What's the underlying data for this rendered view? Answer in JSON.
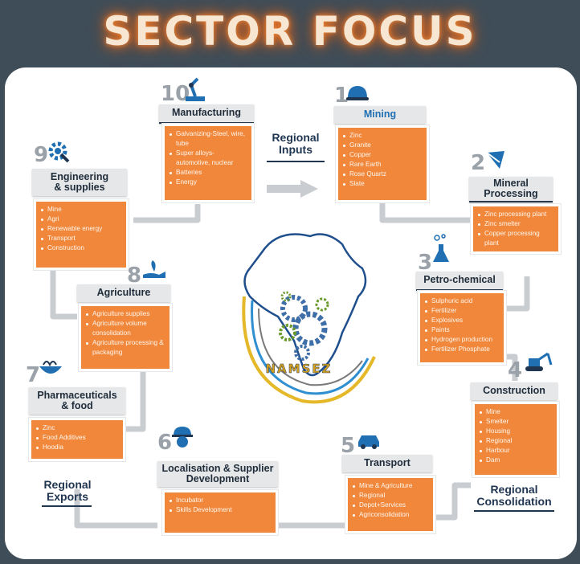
{
  "title": "SECTOR FOCUS",
  "center": {
    "logo_text": "NAMSEZ"
  },
  "labels": {
    "inputs": "Regional\nInputs",
    "exports": "Regional\nExports",
    "consolidation": "Regional\nConsolidation"
  },
  "sectors": [
    {
      "id": "mining",
      "number": "1",
      "icon": "hard-hat-icon",
      "title": "Mining",
      "items": [
        "Zinc",
        "Granite",
        "Copper",
        "Rare Earth",
        "Rose Quartz",
        "Slate"
      ]
    },
    {
      "id": "mineral-processing",
      "number": "2",
      "icon": "processing-arrow-icon",
      "title": "Mineral\nProcessing",
      "items": [
        "Zinc processing plant",
        "Zinc smelter",
        "Copper processing plant"
      ]
    },
    {
      "id": "petro-chemical",
      "number": "3",
      "icon": "flask-icon",
      "title": "Petro-chemical",
      "items": [
        "Sulphuric acid",
        "Fertilizer",
        "Explosives",
        "Paints",
        "Hydrogen production",
        "Fertilizer Phosphate"
      ]
    },
    {
      "id": "construction",
      "number": "4",
      "icon": "excavator-icon",
      "title": "Construction",
      "items": [
        "Mine",
        "Smelter",
        "Housing",
        "Regional",
        "Harbour",
        "Dam"
      ]
    },
    {
      "id": "transport",
      "number": "5",
      "icon": "car-icon",
      "title": "Transport",
      "items": [
        "Mine & Agriculture",
        "Regional",
        "Depot+Services",
        "Agriconsolidation"
      ]
    },
    {
      "id": "localisation",
      "number": "6",
      "icon": "worker-helmet-icon",
      "title": "Localisation & Supplier\nDevelopment",
      "items": [
        "Incubator",
        "Skills Development"
      ]
    },
    {
      "id": "pharmaceuticals",
      "number": "7",
      "icon": "food-bowl-icon",
      "title": "Pharmaceuticals\n& food",
      "items": [
        "Zinc",
        "Food Additives",
        "Hoodia"
      ]
    },
    {
      "id": "agriculture",
      "number": "8",
      "icon": "plant-hand-icon",
      "title": "Agriculture",
      "items": [
        "Agriculture supplies",
        "Agriculture volume consolidation",
        "Agriculture processing & packaging"
      ]
    },
    {
      "id": "engineering",
      "number": "9",
      "icon": "gear-wrench-icon",
      "title": "Engineering\n& supplies",
      "items": [
        "Mine",
        "Agri",
        "Renewable energy",
        "Transport",
        "Construction"
      ]
    },
    {
      "id": "manufacturing",
      "number": "10",
      "icon": "robot-arm-icon",
      "title": "Manufacturing",
      "items": [
        "Galvanizing-Steel, wire, tube",
        "Super alloys-automotive, nuclear",
        "Batteries",
        "Energy"
      ]
    }
  ],
  "colors": {
    "orange": "#f0873a",
    "navy": "#1f3550",
    "header": "#e6e7e9",
    "connector": "#c9ccd0",
    "glow": "#f08a3c"
  }
}
